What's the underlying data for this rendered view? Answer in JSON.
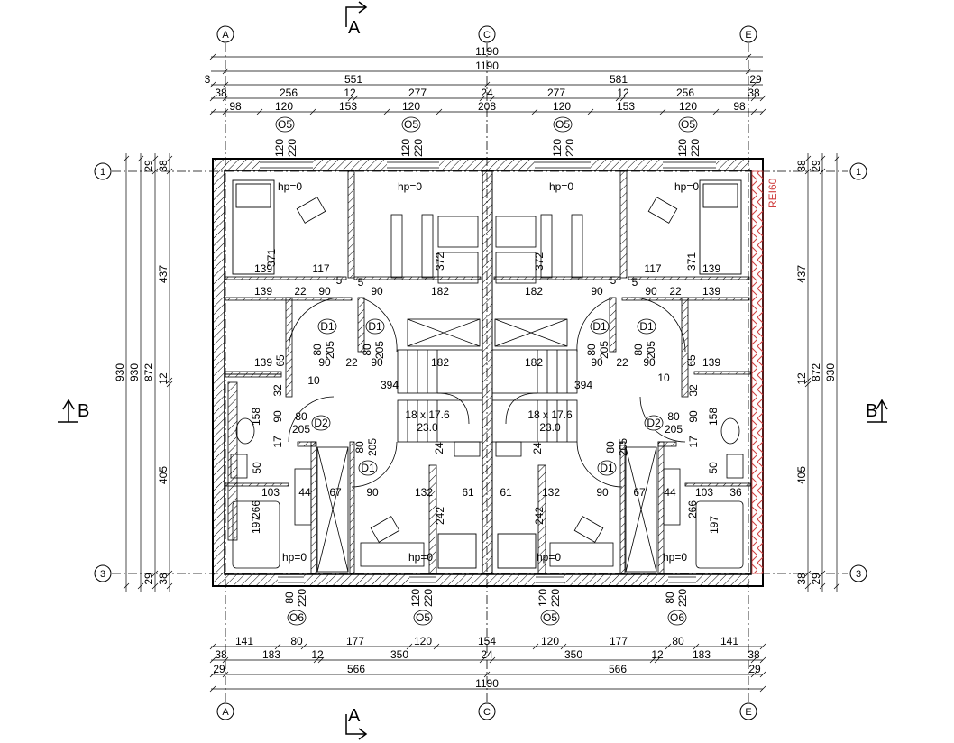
{
  "grid": {
    "cols": [
      "A",
      "C",
      "E"
    ],
    "rows": [
      "1",
      "3"
    ]
  },
  "section_marks": {
    "a": "A",
    "b": "B"
  },
  "rei": "REI60",
  "top_dims": {
    "total1": "1190",
    "total2": "1190",
    "row3": [
      "3",
      "551",
      "581",
      "29"
    ],
    "row4": [
      "38",
      "256",
      "12",
      "277",
      "24",
      "277",
      "12",
      "256",
      "38"
    ],
    "row5": [
      "98",
      "120",
      "153",
      "120",
      "208",
      "120",
      "153",
      "120",
      "98"
    ]
  },
  "bottom_dims": {
    "row1": [
      "141",
      "80",
      "177",
      "120",
      "154",
      "120",
      "177",
      "80",
      "141"
    ],
    "row2": [
      "38",
      "183",
      "12",
      "350",
      "24",
      "350",
      "12",
      "183",
      "38"
    ],
    "row3": [
      "29",
      "566",
      "566",
      "29"
    ],
    "total": "1190"
  },
  "left_dims": {
    "total_a": "930",
    "total_b": "930",
    "inner": "872",
    "top": [
      "29",
      "38"
    ],
    "seg1": "437",
    "mid": "12",
    "seg2": "405",
    "bot": [
      "29",
      "38"
    ]
  },
  "right_dims": {
    "total_a": "930",
    "inner": "872",
    "top": [
      "38",
      "29"
    ],
    "seg1": "437",
    "mid": "12",
    "seg2": "405",
    "bot": [
      "38",
      "29"
    ]
  },
  "windows": {
    "top": [
      {
        "tag": "O5",
        "w": "120",
        "h": "220"
      },
      {
        "tag": "O5",
        "w": "120",
        "h": "220"
      },
      {
        "tag": "O5",
        "w": "120",
        "h": "220"
      },
      {
        "tag": "O5",
        "w": "120",
        "h": "220"
      }
    ],
    "bottom": [
      {
        "tag": "O6",
        "w": "80",
        "h": "220"
      },
      {
        "tag": "O5",
        "w": "120",
        "h": "220"
      },
      {
        "tag": "O5",
        "w": "120",
        "h": "220"
      },
      {
        "tag": "O6",
        "w": "80",
        "h": "220"
      }
    ]
  },
  "hp": "hp=0",
  "doors": {
    "d1": "D1",
    "d2": "D2",
    "d1_w": "80",
    "d1_h": "205",
    "d2_w": "80",
    "d2_h": "205"
  },
  "stair": {
    "step": "18 x 17.6",
    "rise": "23.0"
  },
  "interior": {
    "n371": "371",
    "n372": "372",
    "n139": "139",
    "n117": "117",
    "n22": "22",
    "n90": "90",
    "n5": "5",
    "n182": "182",
    "n65": "65",
    "n10": "10",
    "n394": "394",
    "n32": "32",
    "n158": "158",
    "n17": "17",
    "n50": "50",
    "n103": "103",
    "n44": "44",
    "n67": "67",
    "n132": "132",
    "n61": "61",
    "n24": "24",
    "n266": "266",
    "n197": "197",
    "n242": "242",
    "n36": "36"
  }
}
